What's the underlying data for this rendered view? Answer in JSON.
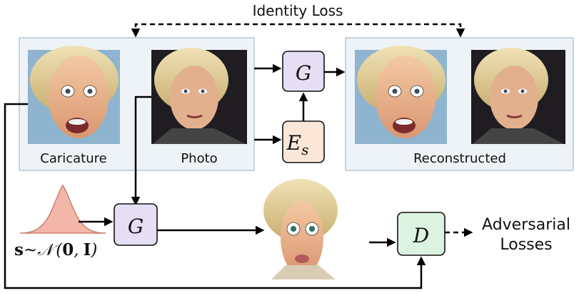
{
  "top_label": "Identity Loss",
  "left_panel": {
    "caricature_label": "Caricature",
    "photo_label": "Photo"
  },
  "right_panel": {
    "label": "Reconstructed"
  },
  "modules": {
    "generator": "G",
    "encoder_main": "E",
    "encoder_sub": "s",
    "discriminator": "D"
  },
  "noise_formula": {
    "s": "s",
    "tilde": "~",
    "N": "𝒩",
    "open": "(",
    "zero": "0",
    "comma": ",",
    "I": "I",
    "close": ")"
  },
  "output_label_line1": "Adversarial",
  "output_label_line2": "Losses",
  "colors": {
    "generator": "#e6def4",
    "encoder": "#fbe7d7",
    "discriminator": "#dcf3e2",
    "gaussian": "#f2b7a8",
    "panel": "#eef3f7"
  },
  "images": [
    "caricature-photo",
    "real-photo",
    "reconstructed-caricature",
    "reconstructed-photo",
    "generated-caricature"
  ]
}
